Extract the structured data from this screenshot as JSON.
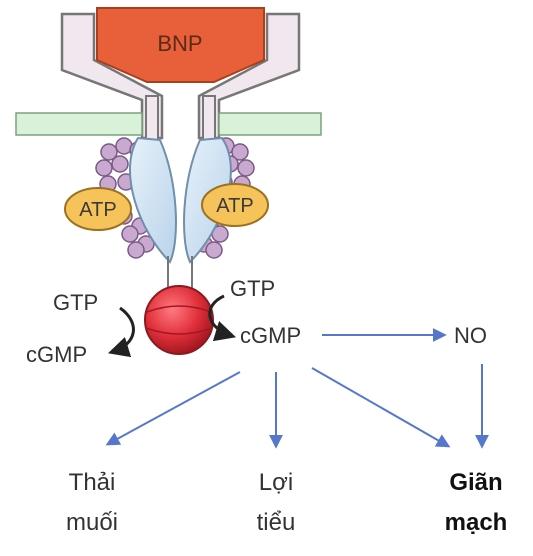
{
  "receptor": {
    "ligand_label": "BNP",
    "atp_left": "ATP",
    "atp_right": "ATP"
  },
  "molecules": {
    "gtp_left": "GTP",
    "cgmp_left": "cGMP",
    "gtp_right": "GTP",
    "cgmp_right": "cGMP",
    "no": "NO"
  },
  "effects": {
    "salt_excretion": [
      "Thải",
      "muối"
    ],
    "diuresis": [
      "Lợi",
      "tiểu"
    ],
    "vasodilation": [
      "Giãn",
      "mạch"
    ]
  },
  "colors": {
    "ligand": "#e8603a",
    "receptor_outline": "#f0e6ec",
    "membrane": "#d9f0d9",
    "atp": "#f6c35b",
    "guanylyl_domain": "#cfe3f3",
    "catalytic_core": "#e0303a",
    "arrow": "#5577cc"
  }
}
